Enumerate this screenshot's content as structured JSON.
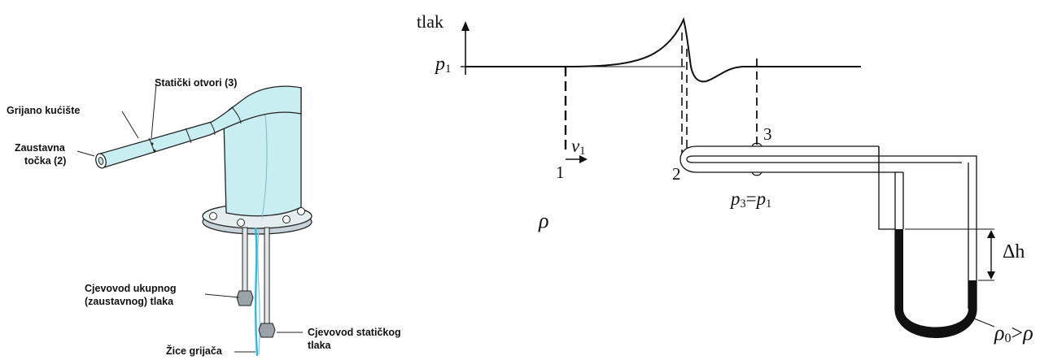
{
  "probe": {
    "label_static_holes": "Statički otvori (3)",
    "label_heated_housing": "Grijano kućište",
    "label_stagnation_point_line1": "Zaustavna",
    "label_stagnation_point_line2": "točka (2)",
    "label_total_pressure_line1": "Cjevovod ukupnog",
    "label_total_pressure_line2": "(zaustavnog) tlaka",
    "label_static_pressure_line1": "Cjevovod statičkog",
    "label_static_pressure_line2": "tlaka",
    "label_heater_wires": "Žice grijača",
    "colors": {
      "body_fill": "#c9eef2",
      "outline": "#222222",
      "wire": "#35b7d6"
    }
  },
  "schematic": {
    "axis_label": "tlak",
    "p1_base": "p",
    "p1_sub": "1",
    "v1_base": "v",
    "v1_sub": "1",
    "point1": "1",
    "point2": "2",
    "point3": "3",
    "p3_eq_left_base": "p",
    "p3_eq_left_sub": "3",
    "p3_eq_sign": "=",
    "p3_eq_right_base": "p",
    "p3_eq_right_sub": "1",
    "rho": "ρ",
    "delta_h": "Δh",
    "rho0_base": "ρ",
    "rho0_sub": "0",
    "rho0_rel": ">",
    "rho0_right": "ρ",
    "colors": {
      "line": "#111111",
      "manometer_fluid": "#111111"
    }
  }
}
